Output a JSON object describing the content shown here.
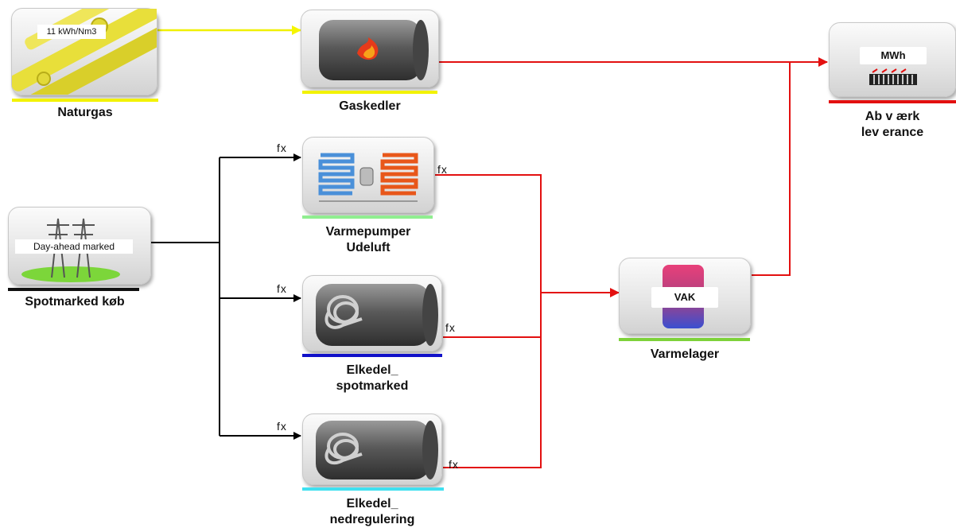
{
  "nodes": {
    "naturgas": {
      "label": "Naturgas",
      "tag": "11 kWh/Nm3"
    },
    "gaskedler": {
      "label": "Gaskedler"
    },
    "abvaerk": {
      "label_line1": "Ab v ærk",
      "label_line2": "lev erance",
      "tag": "MWh"
    },
    "spotmarked": {
      "label": "Spotmarked køb",
      "tag": "Day-ahead marked"
    },
    "varmepumper": {
      "label_line1": "Varmepumper",
      "label_line2": "Udeluft"
    },
    "elkedel_spot": {
      "label_line1": "Elkedel_",
      "label_line2": "spotmarked"
    },
    "elkedel_ned": {
      "label_line1": "Elkedel_",
      "label_line2": "nedregulering"
    },
    "varmelager": {
      "label": "Varmelager",
      "tag": "VAK"
    }
  },
  "port_label": "fx",
  "colors": {
    "gas_flow": "#f5f500",
    "heat_flow": "#e31010",
    "power_flow": "#000000",
    "naturgas_underline": "#f2f200",
    "gaskedler_underline": "#f2f200",
    "abvaerk_underline": "#e31010",
    "spotmarked_underline": "#111111",
    "varmepumper_underline": "#90ee90",
    "elkedel_spot_underline": "#1010c8",
    "elkedel_ned_underline": "#40e0f0",
    "varmelager_underline": "#7ed23a"
  }
}
